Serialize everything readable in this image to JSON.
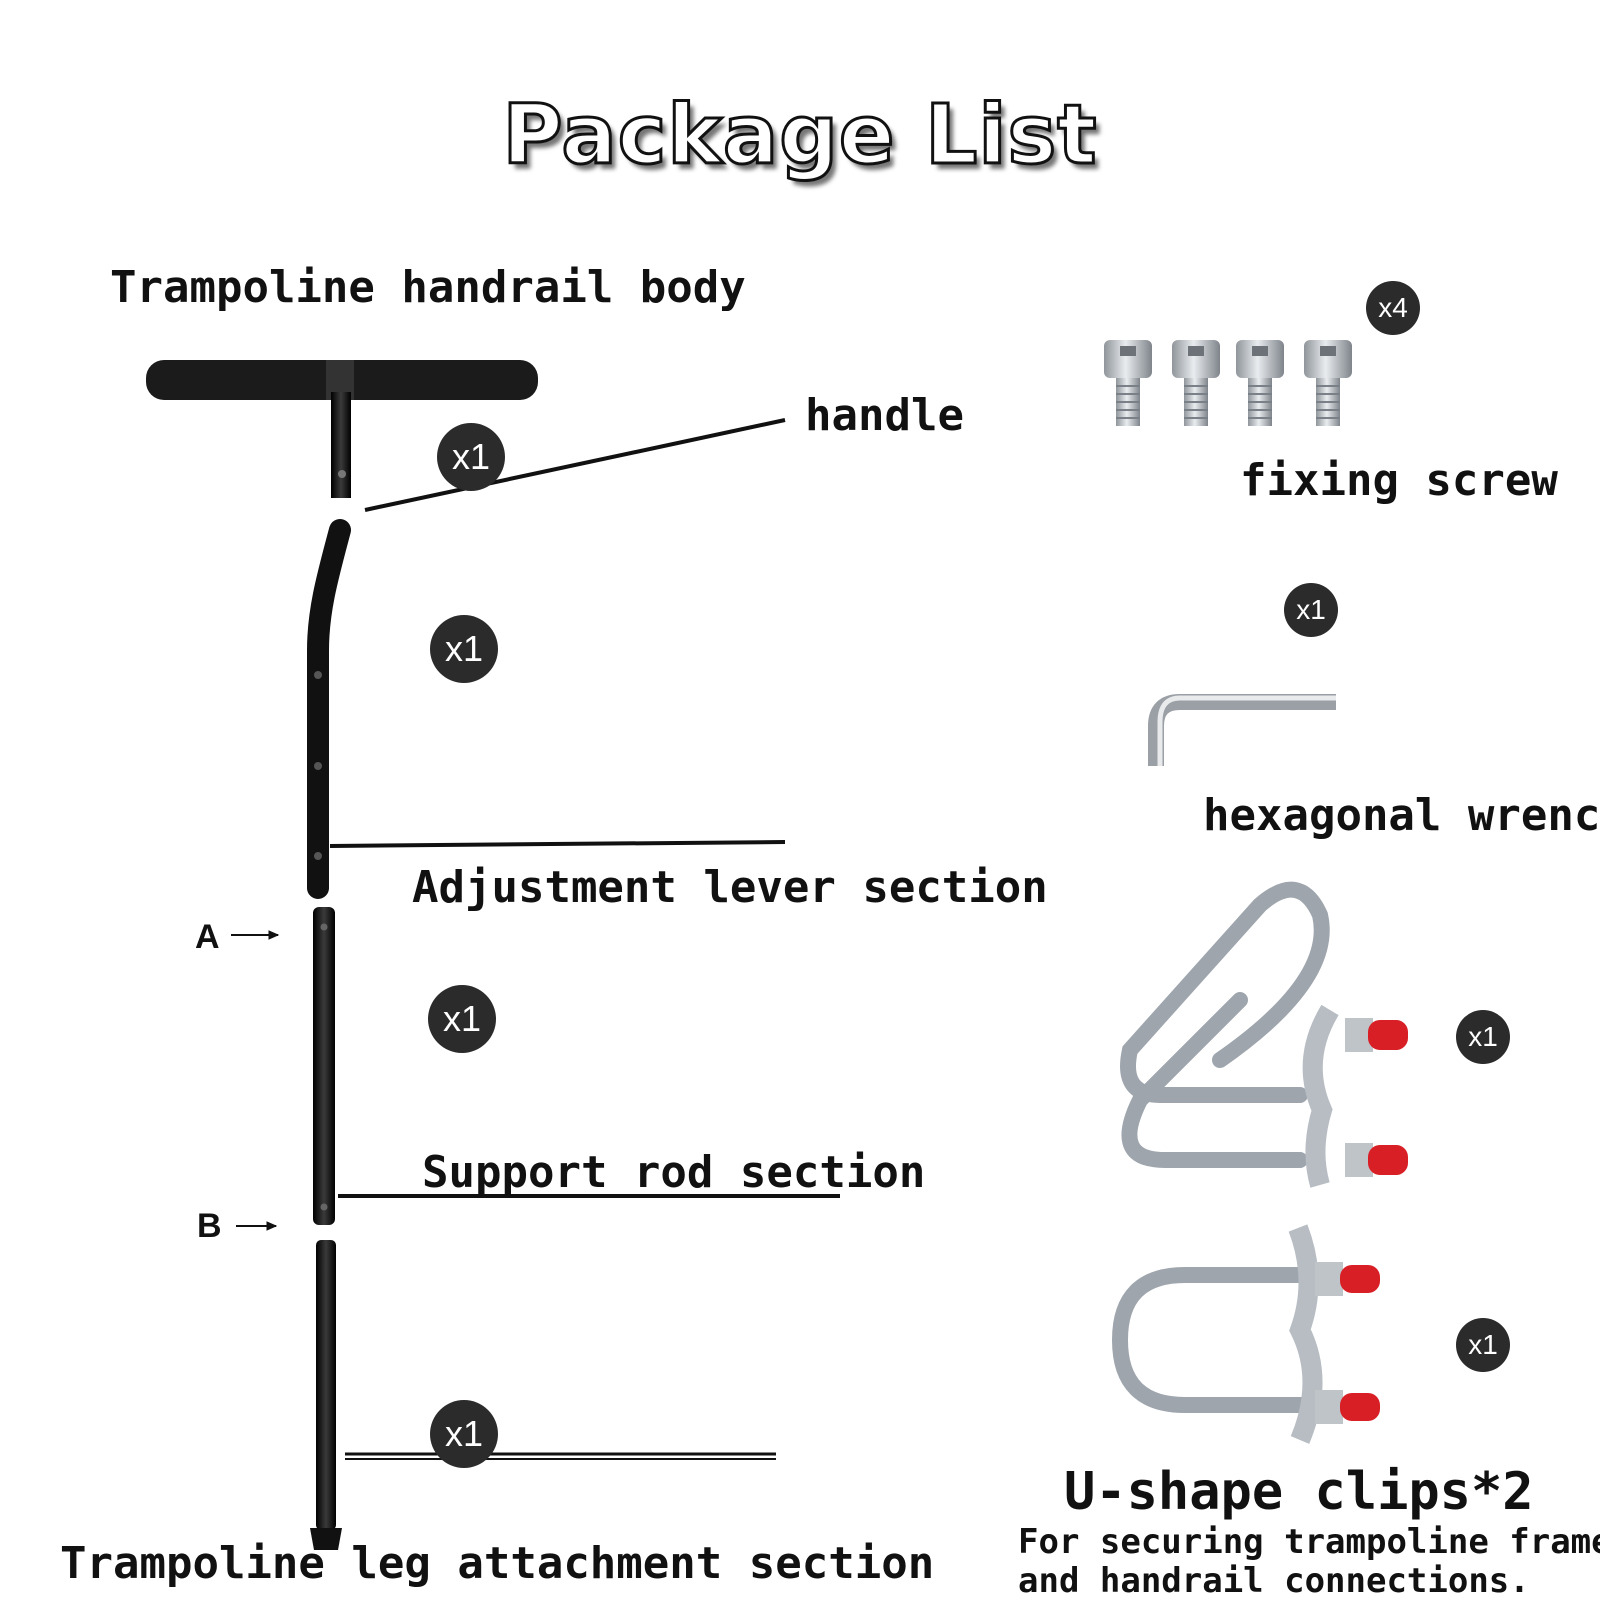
{
  "title": "Package List",
  "parts": {
    "body_label": "Trampoline handrail body",
    "handle_label": "handle",
    "adjustment_label": "Adjustment lever section",
    "support_label": "Support rod section",
    "leg_label": "Trampoline leg attachment section",
    "marker_a": "A",
    "marker_b": "B"
  },
  "accessories": {
    "screw_label": "fixing screw",
    "wrench_label": "hexagonal wrench",
    "clips_label": "U-shape clips*2",
    "clips_note_line1": "For securing trampoline frames",
    "clips_note_line2": "and handrail connections."
  },
  "quantities": {
    "handle": "x1",
    "adjustment": "x1",
    "support": "x1",
    "leg": "x1",
    "screw": "x4",
    "wrench": "x1",
    "clip_large": "x1",
    "clip_small": "x1"
  },
  "colors": {
    "rod": "#111111",
    "badge": "#2b2b2b",
    "metal": "#c9cdd2",
    "cap": "#d81f26"
  },
  "icons": [
    "handle-grip-icon",
    "rod-icon",
    "screw-icon",
    "hex-wrench-icon",
    "u-clip-icon"
  ]
}
